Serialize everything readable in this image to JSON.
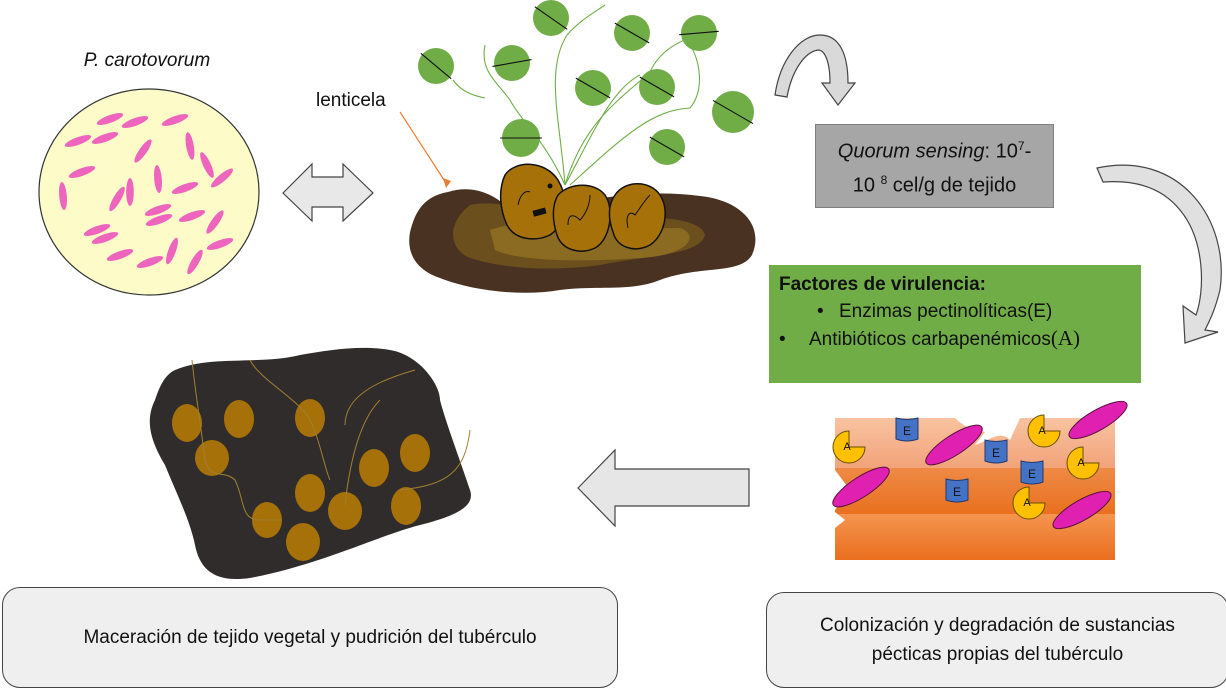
{
  "bacteria": {
    "label": "P. carotovorum",
    "colors": {
      "plate_fill": "#fdfbc8",
      "cell_fill": "#ee65bd"
    }
  },
  "plant": {
    "lenticela_label": "lenticela",
    "colors": {
      "leaf": "#70ad47",
      "tuber": "#a57108",
      "soil_dark": "#4a3222",
      "soil_mid": "#6b4f1c",
      "soil_light": "#8b6b22",
      "pointer": "#ed7d31"
    }
  },
  "quorum_box": {
    "italic_text": "Quorum sensing",
    "text_after": ": 10",
    "exp1": "7",
    "dash": "-",
    "line2_base": "10 ",
    "exp2": "8",
    "line2_rest": " cel/g de tejido",
    "color": "#a6a6a6"
  },
  "virulence_box": {
    "title": "Factores de virulencia:",
    "items": [
      {
        "bullet": "•",
        "text": "Enzimas pectinolíticas",
        "symbol": "(E)"
      },
      {
        "bullet": "•",
        "text": "Antibióticos carbapenémicos",
        "symbol": "(A)"
      }
    ],
    "color": "#70ad47"
  },
  "tissue": {
    "enzyme_label": "E",
    "antibiotic_label": "A",
    "colors": {
      "enzyme": "#4472c4",
      "antibiotic": "#ffc000",
      "bacterium": "#e020b0",
      "layer_top": "#f4b183",
      "layer_mid": "#ed7d31",
      "layer_bottom": "#f08a3c"
    }
  },
  "macerated": {
    "colors": {
      "background": "#302c2c",
      "tuber": "#a57108",
      "strand": "#a08030"
    }
  },
  "captions": {
    "left": "Maceración de tejido vegetal y pudrición del tubérculo",
    "right_line1": "Colonización y degradación de sustancias",
    "right_line2": "pécticas propias del tubérculo"
  }
}
